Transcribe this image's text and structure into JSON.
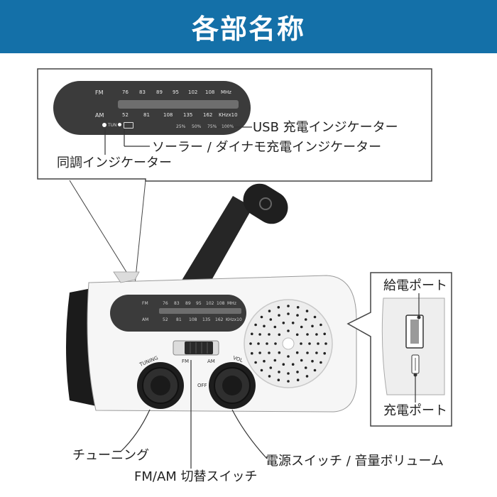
{
  "header": {
    "title": "各部名称",
    "background": "#1470a8"
  },
  "zoom_panel": {
    "fm_band": "FM",
    "fm_ticks": [
      "76",
      "83",
      "89",
      "95",
      "102",
      "108",
      "MHz"
    ],
    "am_band": "AM",
    "am_ticks": [
      "52",
      "81",
      "108",
      "135",
      "162",
      "KHzx10"
    ],
    "tun_label": "TUN",
    "battery_levels": [
      "25%",
      "50%",
      "75%",
      "100%"
    ]
  },
  "device": {
    "fm_band": "FM",
    "fm_ticks": [
      "76",
      "83",
      "89",
      "95",
      "102",
      "108",
      "MHz"
    ],
    "am_band": "AM",
    "am_ticks": [
      "52",
      "81",
      "108",
      "135",
      "162",
      "KHzx10"
    ],
    "tuning_label": "TUNING",
    "vol_label": "VOL",
    "switch_fm": "FM",
    "switch_am": "AM",
    "switch_off": "OFF"
  },
  "callouts": {
    "usb_indicator": "USB 充電インジケーター",
    "solar_dynamo_indicator": "ソーラー / ダイナモ充電インジケーター",
    "tuning_indicator": "同調インジケーター",
    "power_out_port": "給電ポート",
    "charge_port": "充電ポート",
    "tuning": "チューニング",
    "band_switch": "FM/AM 切替スイッチ",
    "power_volume": "電源スイッチ / 音量ボリューム"
  },
  "icons": [
    "sun-icon",
    "usb-port-icon",
    "speaker-grille-icon"
  ]
}
